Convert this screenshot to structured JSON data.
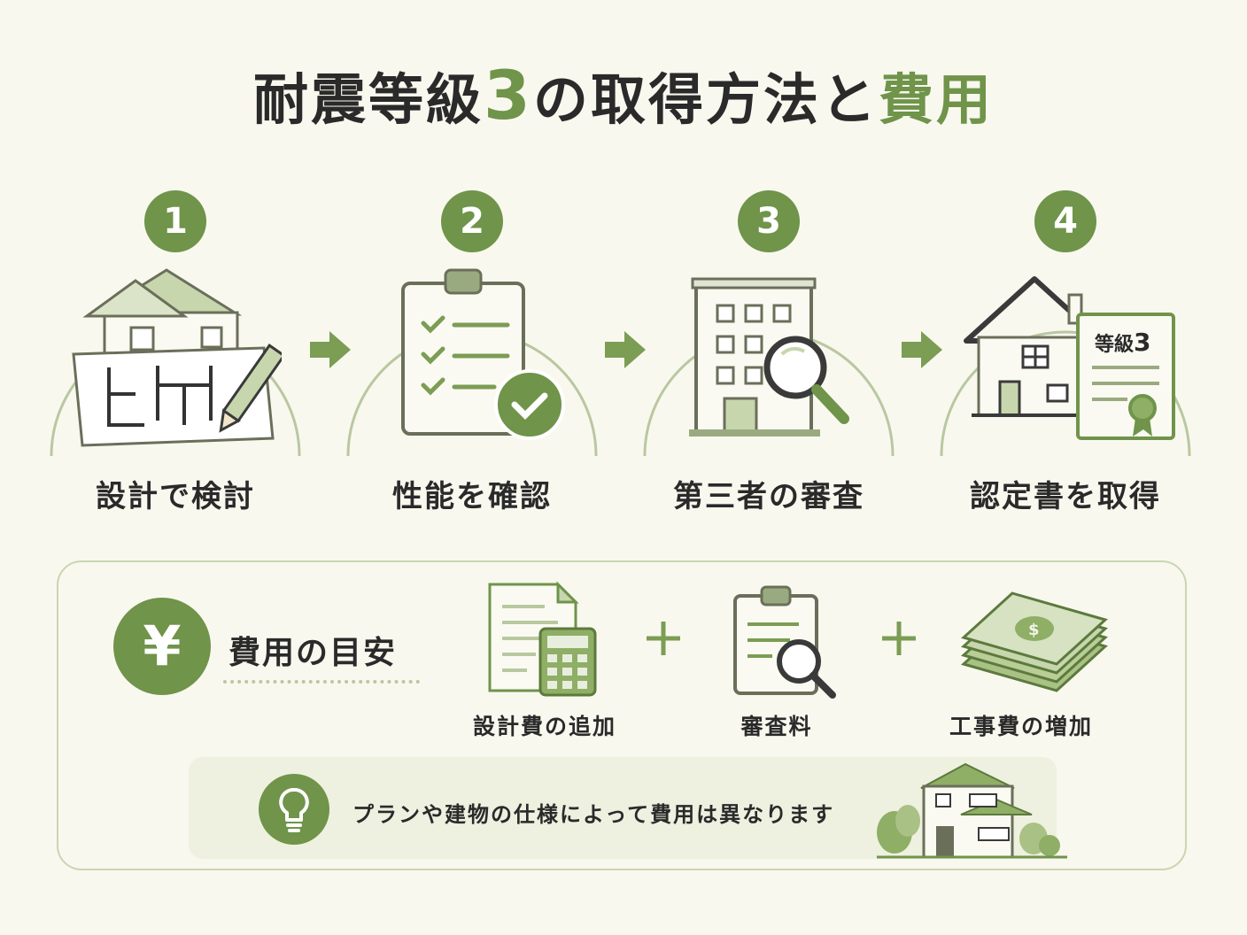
{
  "title": {
    "part1": "耐震等級",
    "number": "3",
    "part2": "の取得方法と",
    "part3": "費用"
  },
  "steps": [
    {
      "number": "1",
      "label": "設計で検討",
      "icon": "house-blueprint-icon"
    },
    {
      "number": "2",
      "label": "性能を確認",
      "icon": "clipboard-check-icon"
    },
    {
      "number": "3",
      "label": "第三者の審査",
      "icon": "building-magnifier-icon"
    },
    {
      "number": "4",
      "label": "認定書を取得",
      "icon": "house-certificate-icon"
    }
  ],
  "certificate": {
    "text": "等級",
    "grade": "3"
  },
  "cost": {
    "symbol": "¥",
    "title": "費用の目安",
    "items": [
      {
        "label": "設計費の追加",
        "icon": "document-calculator-icon"
      },
      {
        "label": "審査料",
        "icon": "clipboard-magnifier-icon"
      },
      {
        "label": "工事費の増加",
        "icon": "money-stack-icon"
      }
    ],
    "plus": "+"
  },
  "note": {
    "text": "プランや建物の仕様によって費用は異なります",
    "icon": "lightbulb-icon"
  },
  "colors": {
    "accent": "#6f944a",
    "light_accent": "#c9d6b0",
    "background": "#f9f8ef",
    "note_bg": "#eef0e0"
  }
}
